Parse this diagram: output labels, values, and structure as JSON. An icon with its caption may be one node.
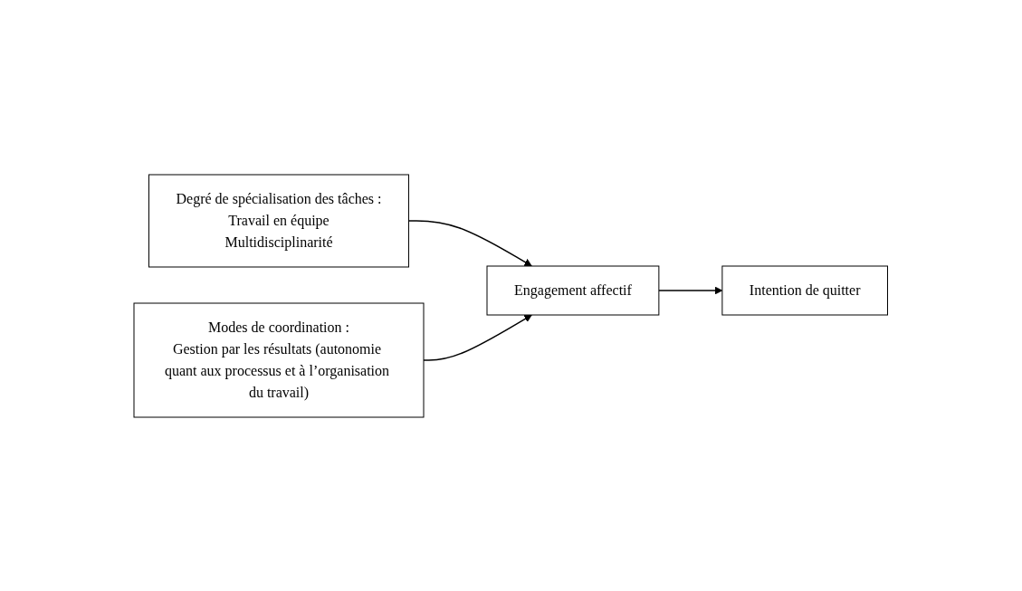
{
  "diagram": {
    "nodes": [
      {
        "text": [
          "Degré de spécialisation des tâches :",
          "Travail en équipe",
          "Multidisciplinarité"
        ]
      },
      {
        "text": [
          "Modes de coordination :",
          "Gestion par les résultats (autonomie quant aux processus et à l’organisation du travail)"
        ]
      },
      {
        "text": [
          "Engagement affectif"
        ]
      },
      {
        "text": [
          "Intention de quitter"
        ]
      }
    ],
    "edges": [
      {
        "from": 0,
        "to": 2,
        "arrow": "to"
      },
      {
        "from": 1,
        "to": 2,
        "arrow": "to"
      },
      {
        "from": 2,
        "to": 3,
        "arrow": "to"
      }
    ]
  }
}
